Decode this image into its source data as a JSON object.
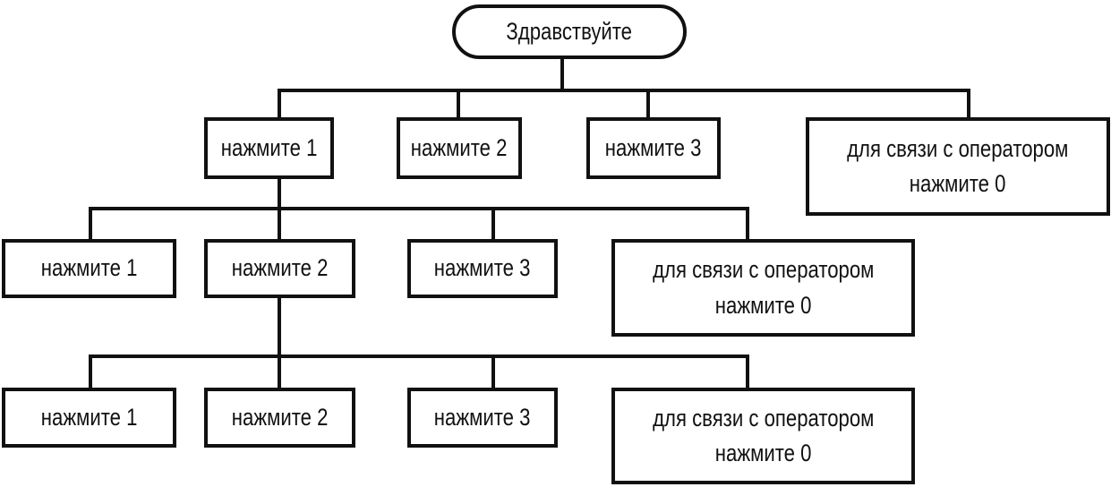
{
  "diagram": {
    "type": "phone-menu-tree",
    "root": {
      "label": "Здравствуйте"
    },
    "level1": [
      {
        "lines": [
          "нажмите 1"
        ]
      },
      {
        "lines": [
          "нажмите 2"
        ]
      },
      {
        "lines": [
          "нажмите 3"
        ]
      },
      {
        "lines": [
          "для связи с оператором",
          "нажмите 0"
        ]
      }
    ],
    "level2": [
      {
        "lines": [
          "нажмите 1"
        ]
      },
      {
        "lines": [
          "нажмите 2"
        ]
      },
      {
        "lines": [
          "нажмите 3"
        ]
      },
      {
        "lines": [
          "для связи с оператором",
          "нажмите 0"
        ]
      }
    ],
    "level3": [
      {
        "lines": [
          "нажмите 1"
        ]
      },
      {
        "lines": [
          "нажмите 2"
        ]
      },
      {
        "lines": [
          "нажмите 3"
        ]
      },
      {
        "lines": [
          "для связи с оператором",
          "нажмите 0"
        ]
      }
    ],
    "edges": [
      {
        "from": "root",
        "to": "level1"
      },
      {
        "from": "level1.0",
        "to": "level2"
      },
      {
        "from": "level2.1",
        "to": "level3"
      }
    ],
    "colors": {
      "stroke": "#111111",
      "background": "#ffffff",
      "text": "#111111"
    }
  }
}
